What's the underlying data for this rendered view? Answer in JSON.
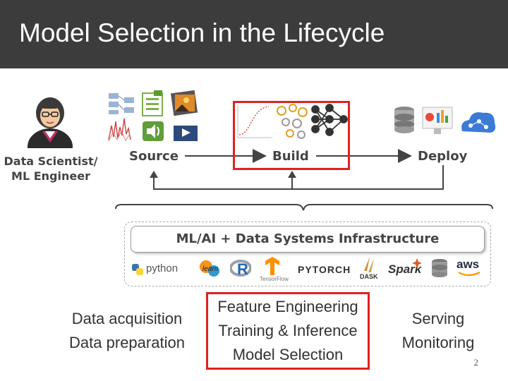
{
  "slide": {
    "title": "Model Selection in the Lifecycle",
    "page_number": "2"
  },
  "role": {
    "line1": "Data Scientist/",
    "line2": "ML Engineer"
  },
  "stages": {
    "source": "Source",
    "build": "Build",
    "deploy": "Deploy"
  },
  "infrastructure": {
    "label": "ML/AI + Data Systems Infrastructure",
    "logos": [
      "python",
      "learn",
      "R",
      "TensorFlow",
      "PYTORCH",
      "DASK",
      "Spark",
      "aws"
    ]
  },
  "bottom": {
    "source_lines": [
      "Data acquisition",
      "Data preparation"
    ],
    "build_lines": [
      "Feature Engineering",
      "Training & Inference",
      "Model Selection"
    ],
    "deploy_lines": [
      "Serving",
      "Monitoring"
    ]
  },
  "colors": {
    "title_bar": "#3c3c3c",
    "highlight": "#e02020",
    "text": "#444444"
  },
  "icons": [
    "person-icon",
    "schema-icon",
    "document-icon",
    "photo-icon",
    "chart-icon",
    "audio-icon",
    "video-icon",
    "sigmoid-plot-icon",
    "network-icon",
    "database-icon",
    "dashboard-icon",
    "cloud-icon"
  ]
}
